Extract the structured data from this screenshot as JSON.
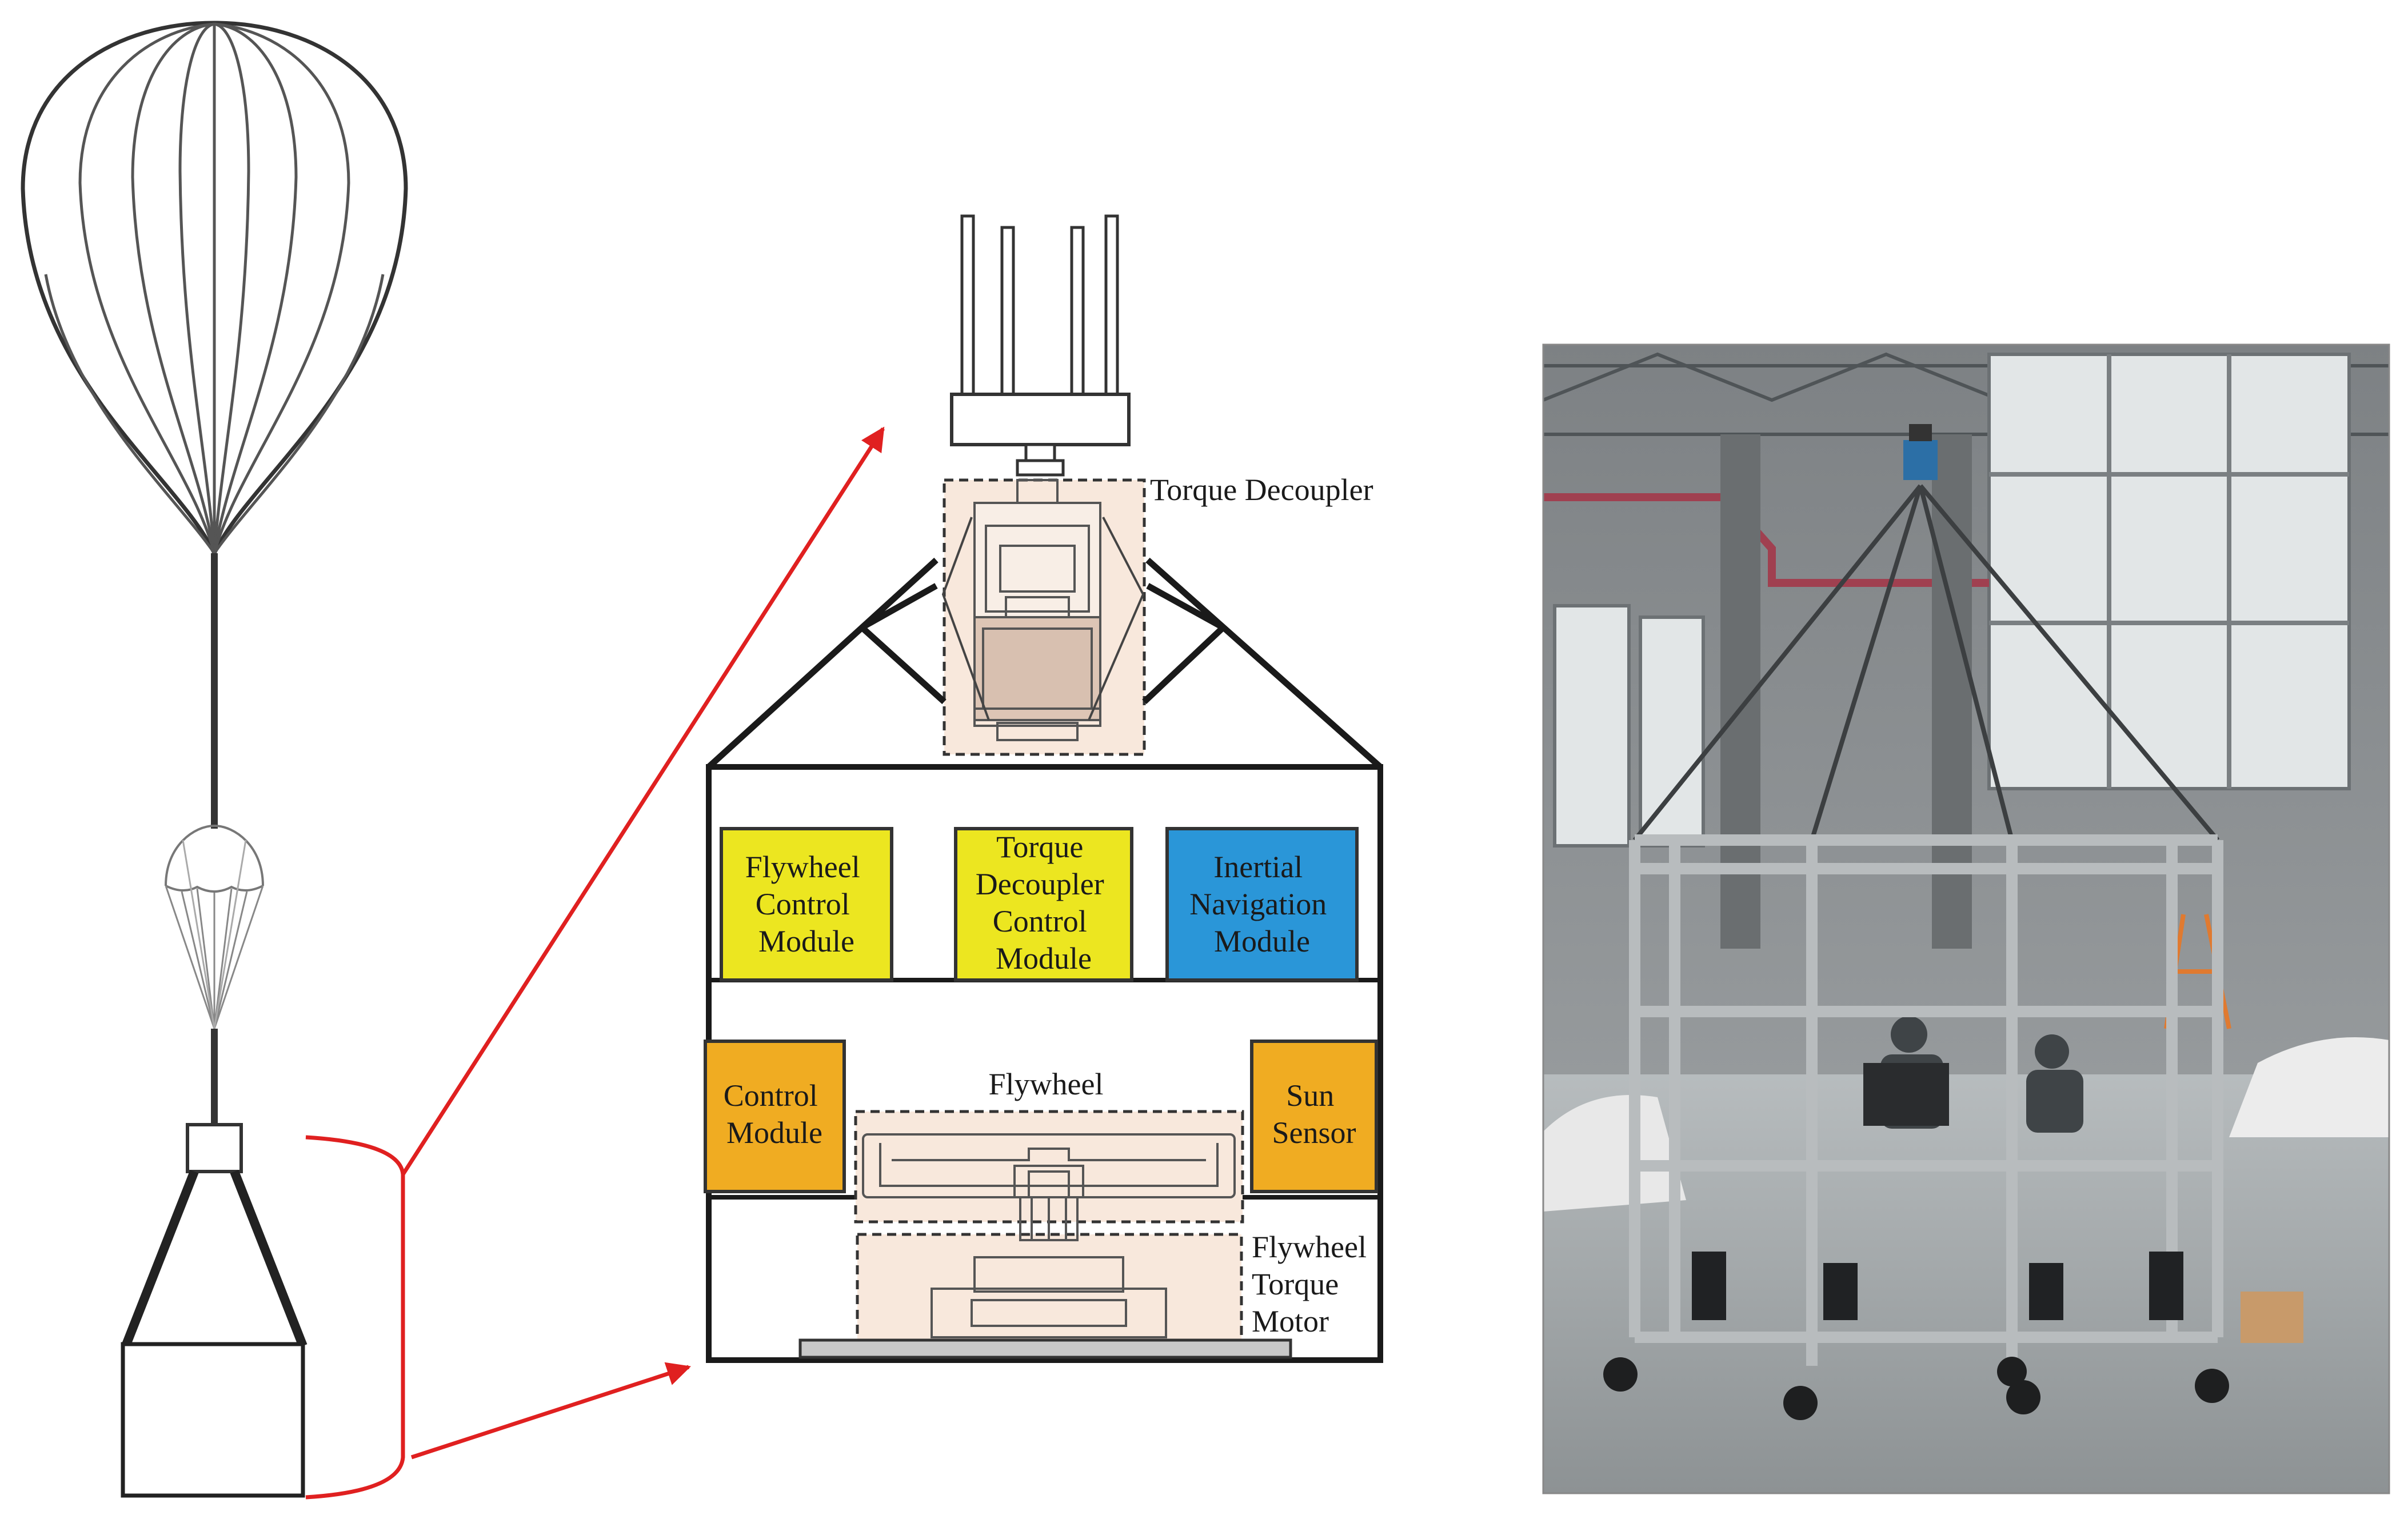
{
  "labels": {
    "torque_decoupler": "Torque Decoupler",
    "flywheel_control_module": [
      "Flywheel",
      "Control",
      "Module"
    ],
    "torque_decoupler_control_module": [
      "Torque",
      "Decoupler",
      "Control",
      "Module"
    ],
    "inertial_navigation_module": [
      "Inertial",
      "Navigation",
      "Module"
    ],
    "control_module": [
      "Control",
      "Module"
    ],
    "flywheel": "Flywheel",
    "sun_sensor": [
      "Sun",
      "Sensor"
    ],
    "flywheel_torque_motor": [
      "Flywheel",
      "Torque",
      "Motor"
    ]
  },
  "colors": {
    "yellow_module": "#ece620",
    "blue_module": "#2a96d8",
    "orange_module": "#f0ac22",
    "dashed_region": "#f8e8dc",
    "arrow": "#e02020",
    "outline": "#1a1a1a"
  }
}
